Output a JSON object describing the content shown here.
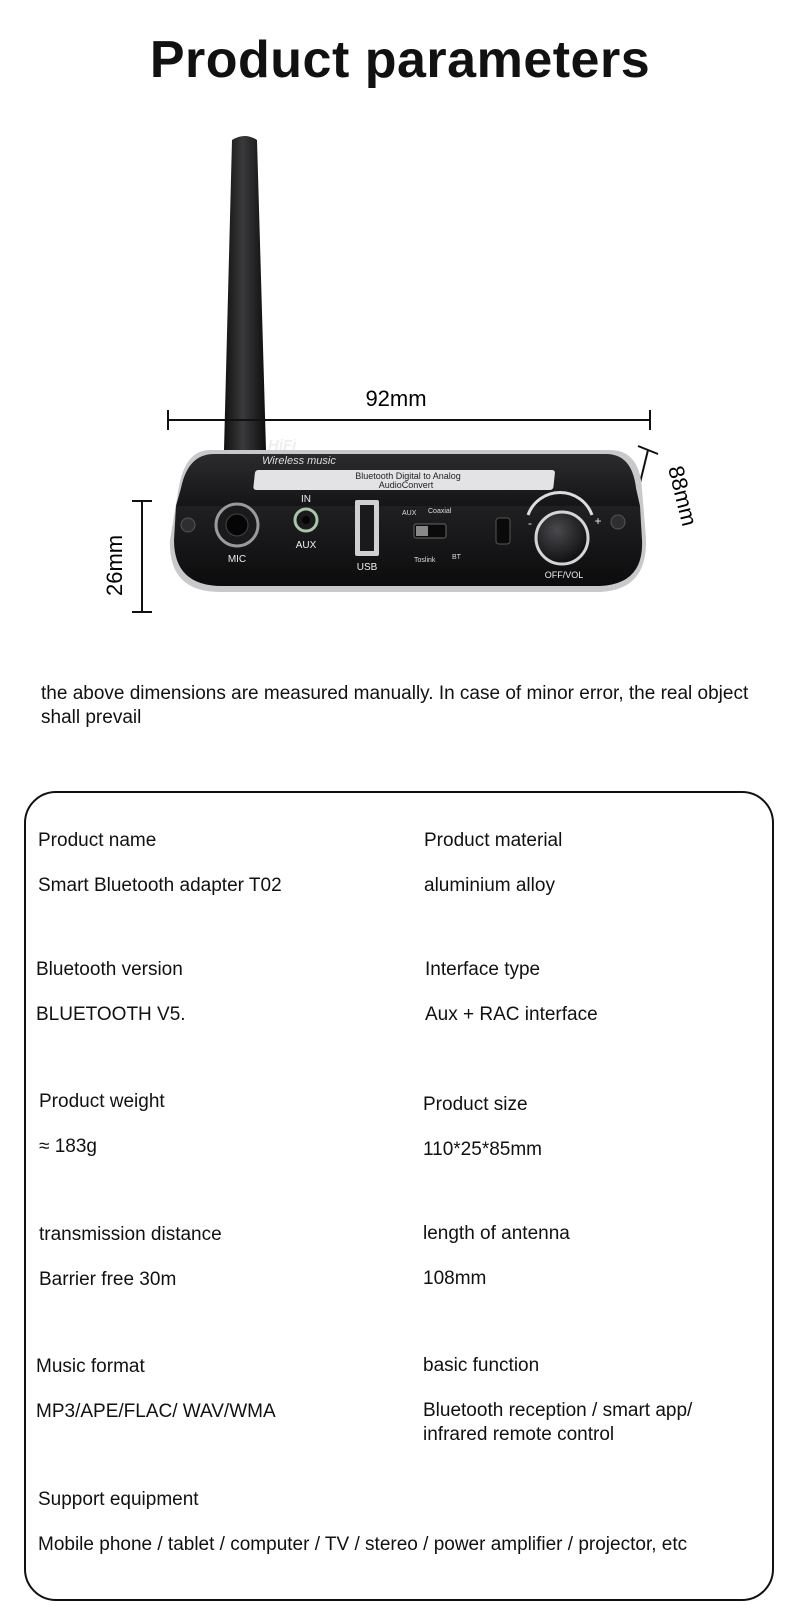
{
  "title": "Product parameters",
  "figure": {
    "width_label": "92mm",
    "depth_label": "88mm",
    "height_label": "26mm",
    "device": {
      "brand_text": "HiFi",
      "brand_sub": "Wireless music",
      "strip_line1": "Bluetooth Digital to Analog",
      "strip_line2": "AudioConvert",
      "mic_label": "MIC",
      "in_label": "IN",
      "aux_label": "AUX",
      "usb_label": "USB",
      "switch_aux": "AUX",
      "switch_coaxial": "Coaxial",
      "switch_toslink": "Toslink",
      "switch_bt": "BT",
      "knob_minus": "-",
      "knob_plus": "+",
      "knob_label": "OFF/VOL",
      "body_color": "#1b1b1d",
      "trim_color": "#c9c9cc"
    }
  },
  "note": "the above dimensions are measured manually. In case of minor error, the real object shall prevail",
  "specs": [
    {
      "label": "Product name",
      "value": "Smart Bluetooth adapter T02"
    },
    {
      "label": "Product material",
      "value": "aluminium alloy"
    },
    {
      "label": "Bluetooth version",
      "value": "BLUETOOTH V5."
    },
    {
      "label": "Interface type",
      "value": "Aux + RAC interface"
    },
    {
      "label": "Product weight",
      "value": "≈ 183g"
    },
    {
      "label": "Product size",
      "value": "110*25*85mm"
    },
    {
      "label": "transmission distance",
      "value": "Barrier free 30m"
    },
    {
      "label": "length of antenna",
      "value": "108mm"
    },
    {
      "label": "Music format",
      "value": "MP3/APE/FLAC/ WAV/WMA"
    },
    {
      "label": "basic function",
      "value": "Bluetooth reception / smart app/ infrared remote control"
    },
    {
      "label": "Support equipment",
      "value": "Mobile phone / tablet / computer / TV / stereo / power amplifier / projector, etc"
    }
  ]
}
